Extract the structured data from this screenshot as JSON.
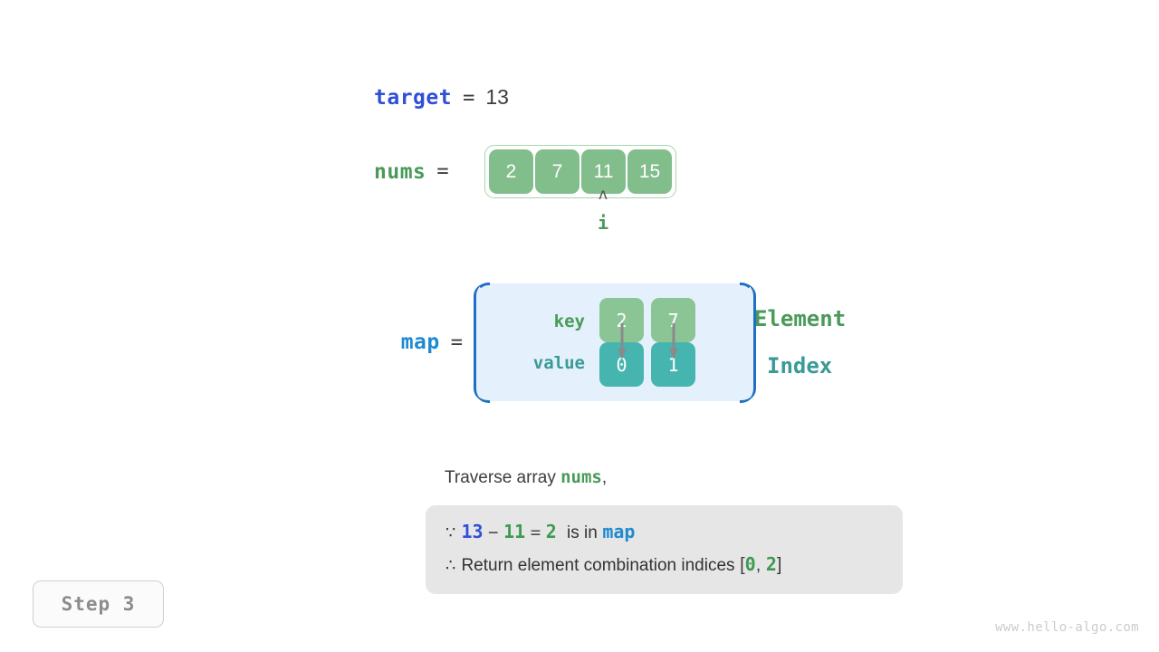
{
  "target": {
    "label": "target",
    "equals": "=",
    "value": "13"
  },
  "nums": {
    "label": "nums",
    "equals": "=",
    "cells": [
      "2",
      "7",
      "11",
      "15"
    ],
    "pointer": {
      "caret": "ʌ",
      "label": "i",
      "index": 2
    }
  },
  "map": {
    "label": "map",
    "equals": "=",
    "row_labels": {
      "key": "key",
      "value": "value"
    },
    "entries": [
      {
        "key": "2",
        "value": "0"
      },
      {
        "key": "7",
        "value": "1"
      }
    ],
    "side_labels": {
      "element": "Element",
      "index": "Index"
    }
  },
  "caption": {
    "prefix": "Traverse array ",
    "code": "nums",
    "suffix": ","
  },
  "explanation": {
    "line1": {
      "symbol": "∵",
      "a": "13",
      "minus": "−",
      "b": "11",
      "eq": "=",
      "c": "2",
      "middle": "is in",
      "map": "map"
    },
    "line2": {
      "symbol": "∴",
      "text": "Return element combination indices",
      "bracket_open": "[",
      "i0": "0",
      "comma": ",",
      "i1": "2",
      "bracket_close": "]"
    }
  },
  "step_badge": {
    "text": "Step 3"
  },
  "watermark": {
    "text": "www.hello-algo.com"
  },
  "colors": {
    "target_blue": "#2f4fd8",
    "nums_green": "#4a9a5a",
    "map_blue": "#1f8ad0",
    "array_cell": "#82bd8c",
    "key_cell": "#8bc595",
    "value_cell": "#46b5b0",
    "map_panel_bg": "#e4f0fb",
    "map_bracket": "#1f6fc4",
    "explain_bg": "#e6e6e6",
    "index_teal": "#3a9a96",
    "arrow_gray": "#8a8a8a"
  }
}
